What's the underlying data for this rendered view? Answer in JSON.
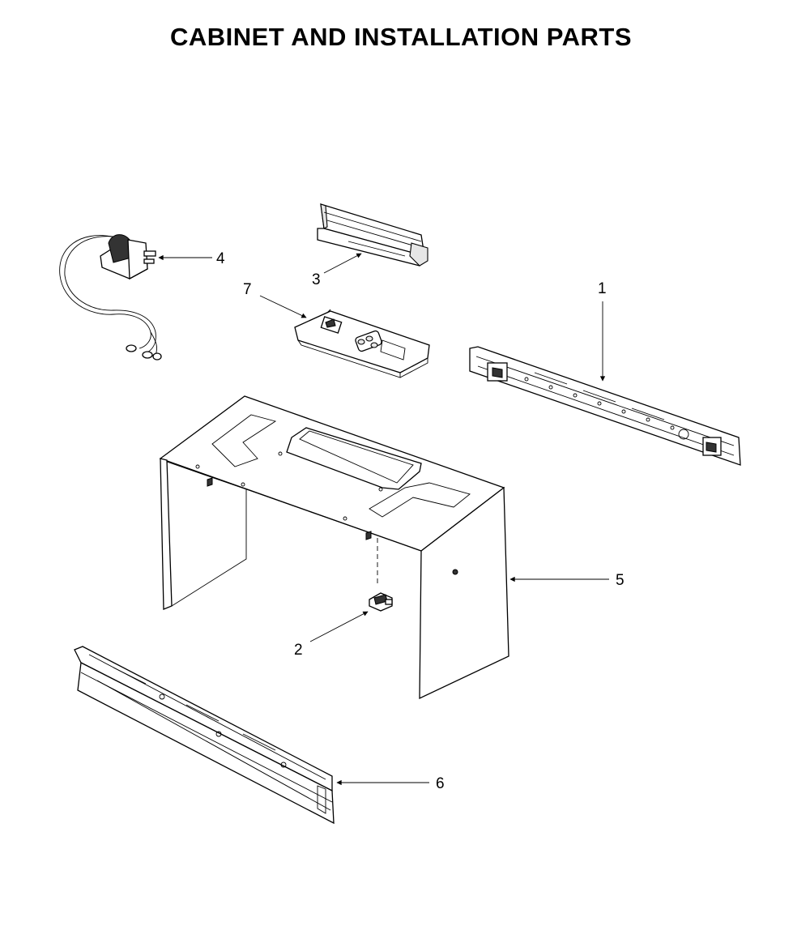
{
  "title": "CABINET AND INSTALLATION PARTS",
  "callouts": {
    "c1": "1",
    "c2": "2",
    "c3": "3",
    "c4": "4",
    "c5": "5",
    "c6": "6",
    "c7": "7"
  },
  "parts": [
    {
      "callout": "1",
      "icon": "rear-mounting-rail"
    },
    {
      "callout": "2",
      "icon": "light-socket"
    },
    {
      "callout": "3",
      "icon": "top-vent-damper"
    },
    {
      "callout": "4",
      "icon": "power-cord-plug"
    },
    {
      "callout": "5",
      "icon": "cabinet-wrapper"
    },
    {
      "callout": "6",
      "icon": "front-bottom-rail"
    },
    {
      "callout": "7",
      "icon": "mounting-plate"
    }
  ],
  "colors": {
    "line": "#000000",
    "background": "#ffffff"
  }
}
